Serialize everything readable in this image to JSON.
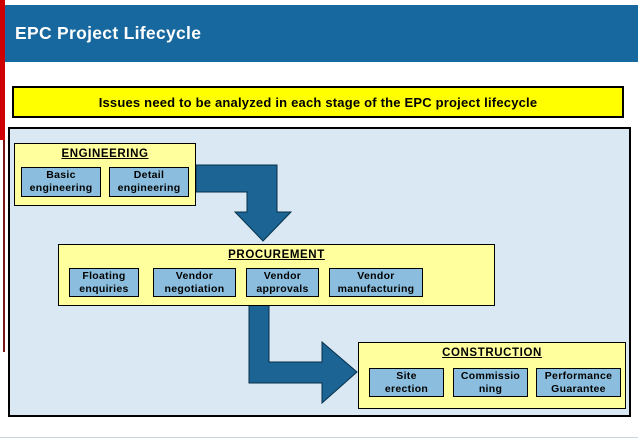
{
  "header": {
    "title": "EPC Project Lifecycle"
  },
  "banner": {
    "text": "Issues need to be analyzed in each stage of the EPC project lifecycle"
  },
  "diagram": {
    "stages": [
      {
        "id": "engineering",
        "title": "ENGINEERING",
        "items": [
          "Basic\nengineering",
          "Detail\nengineering"
        ]
      },
      {
        "id": "procurement",
        "title": "PROCUREMENT",
        "items": [
          "Floating\nenquiries",
          "Vendor\nnegotiation",
          "Vendor\napprovals",
          "Vendor\nmanufacturing"
        ]
      },
      {
        "id": "construction",
        "title": "CONSTRUCTION",
        "items": [
          "Site\nerection",
          "Commissio\nning",
          "Performance\nGuarantee"
        ]
      }
    ],
    "arrows": [
      {
        "name": "engineering-to-procurement",
        "direction": "right-then-down"
      },
      {
        "name": "procurement-to-construction",
        "direction": "down-then-right"
      }
    ]
  },
  "colors": {
    "header_blue": "#17689E",
    "arrow_blue": "#1B6494",
    "arrow_outline": "#05314A",
    "banner_yellow": "#FFFF00",
    "stage_yellow": "#FFFF9E",
    "item_blue": "#8BBEDE",
    "panel_blue": "#D9E8F3",
    "accent_red": "#CE0000"
  }
}
